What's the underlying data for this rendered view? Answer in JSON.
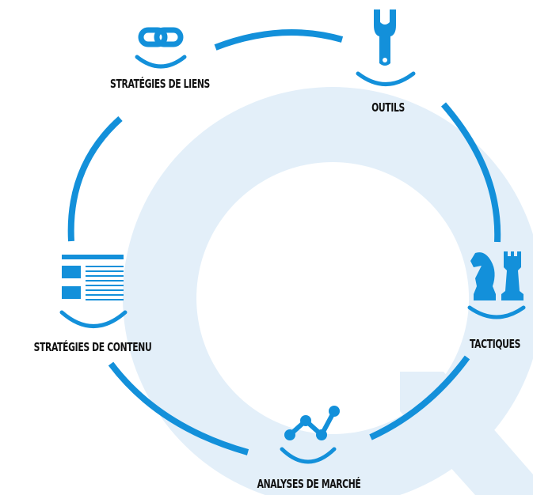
{
  "colors": {
    "accent": "#1390da",
    "watermark": "#e3eff9",
    "label": "#111111"
  },
  "nodes": [
    {
      "id": "link",
      "label": "STRATÉGIES DE LIENS",
      "icon": "link-chain-icon"
    },
    {
      "id": "tools",
      "label": "OUTILS",
      "icon": "wrench-icon"
    },
    {
      "id": "tactics",
      "label": "TACTIQUES",
      "icon": "chess-pieces-icon"
    },
    {
      "id": "market",
      "label": "ANALYSES DE MARCHÉ",
      "icon": "line-chart-icon"
    },
    {
      "id": "content",
      "label": "STRATÉGIES DE CONTENU",
      "icon": "document-icon"
    }
  ]
}
